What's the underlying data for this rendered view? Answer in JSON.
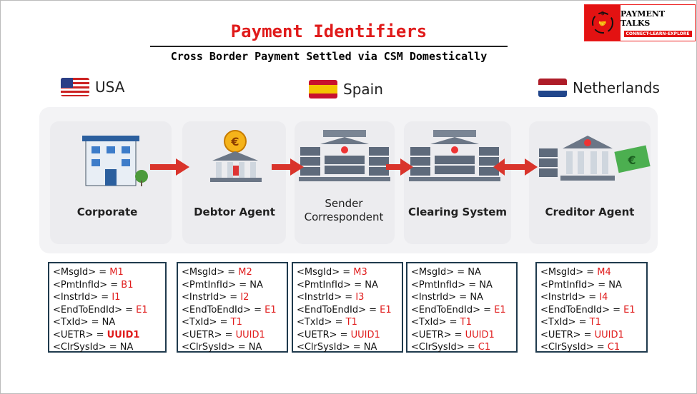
{
  "header": {
    "title": "Payment Identifiers",
    "subtitle": "Cross Border Payment Settled via CSM Domestically"
  },
  "logo": {
    "name": "PAYMENT TALKS",
    "tagline": "CONNECT-LEARN-EXPLORE"
  },
  "countries": [
    "USA",
    "Spain",
    "Netherlands"
  ],
  "entities": [
    "Corporate",
    "Debtor Agent",
    "Sender Correspondent",
    "Clearing System",
    "Creditor Agent"
  ],
  "colors": {
    "accent": "#e01b1b",
    "border": "#1f3a4d",
    "arrow": "#d9342b"
  },
  "boxes": [
    {
      "rows": [
        [
          "<MsgId> = ",
          "M1"
        ],
        [
          "<PmtInfId> = ",
          "B1"
        ],
        [
          "<InstrId> = ",
          "I1"
        ],
        [
          "<EndToEndId> = ",
          "E1"
        ],
        [
          "<TxId> = NA",
          ""
        ],
        [
          "<UETR> = ",
          "UUID1"
        ],
        [
          "<ClrSysId> = NA",
          ""
        ]
      ]
    },
    {
      "rows": [
        [
          "<MsgId> = ",
          "M2"
        ],
        [
          "<PmtInfId> = NA",
          ""
        ],
        [
          "<InstrId> = ",
          "I2"
        ],
        [
          "<EndToEndId> = ",
          "E1"
        ],
        [
          "<TxId> = ",
          "T1"
        ],
        [
          "<UETR> = ",
          "UUID1"
        ],
        [
          "<ClrSysId> = NA",
          ""
        ]
      ]
    },
    {
      "rows": [
        [
          "<MsgId> = ",
          "M3"
        ],
        [
          "<PmtInfId> = NA",
          ""
        ],
        [
          "<InstrId> = ",
          "I3"
        ],
        [
          "<EndToEndId> = ",
          "E1"
        ],
        [
          "<TxId> = ",
          "T1"
        ],
        [
          "<UETR> = ",
          "UUID1"
        ],
        [
          "<ClrSysId> = NA",
          ""
        ]
      ]
    },
    {
      "rows": [
        [
          "<MsgId> = NA",
          ""
        ],
        [
          "<PmtInfId> = NA",
          ""
        ],
        [
          "<InstrId> = NA",
          ""
        ],
        [
          "<EndToEndId> = ",
          "E1"
        ],
        [
          "<TxId> = ",
          "T1"
        ],
        [
          "<UETR> = ",
          "UUID1"
        ],
        [
          "<ClrSysId> = ",
          "C1"
        ]
      ]
    },
    {
      "rows": [
        [
          "<MsgId> = ",
          "M4"
        ],
        [
          "<PmtInfId> = NA",
          ""
        ],
        [
          "<InstrId> = ",
          "I4"
        ],
        [
          "<EndToEndId> = ",
          "E1"
        ],
        [
          "<TxId> = ",
          "T1"
        ],
        [
          "<UETR> = ",
          "UUID1"
        ],
        [
          "<ClrSysId> = ",
          "C1"
        ]
      ]
    }
  ]
}
